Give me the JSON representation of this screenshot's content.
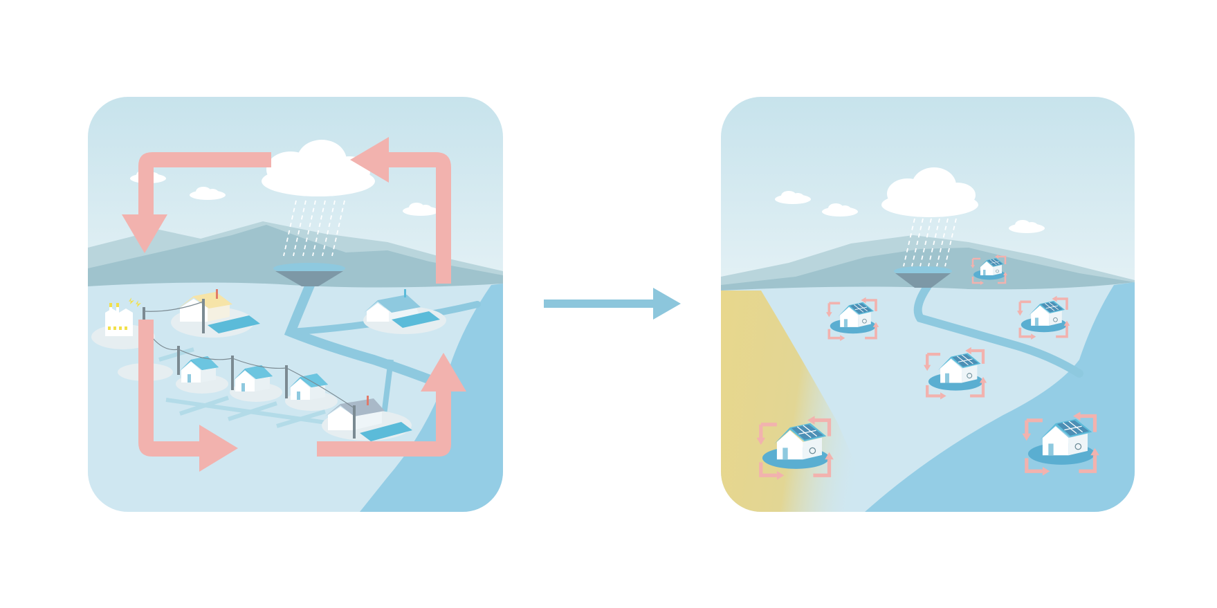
{
  "panels": [
    {
      "name": "centralized-water-energy-system",
      "elements": [
        "cloud",
        "rain",
        "mountains",
        "reservoir-funnel",
        "river",
        "factory",
        "power-lines",
        "houses",
        "circulation-arrows"
      ]
    },
    {
      "name": "decentralized-self-sufficient-system",
      "elements": [
        "cloud",
        "rain",
        "mountains",
        "reservoir-funnel",
        "river",
        "dry-land",
        "self-sufficient-houses"
      ]
    }
  ],
  "colors": {
    "sky_top": "#c7e3ec",
    "sky_bottom": "#e6f2f6",
    "mountain_far": "#b9d5dc",
    "mountain_near": "#9fc3cd",
    "land": "#cfe7f1",
    "river": "#8ec9df",
    "sea": "#94cde5",
    "arrow_pink": "#f2b2ae",
    "transition_arrow": "#8cc6dc",
    "dry_land": "#e6d68f",
    "house_roof": "#5bbbd9",
    "house_wall": "#ffffff",
    "solar_panel": "#4c8fb5"
  },
  "icons": [
    "cloud-icon",
    "rain-icon",
    "factory-icon",
    "house-icon",
    "solar-panel-icon",
    "power-pole-icon",
    "cycle-arrows-icon"
  ]
}
